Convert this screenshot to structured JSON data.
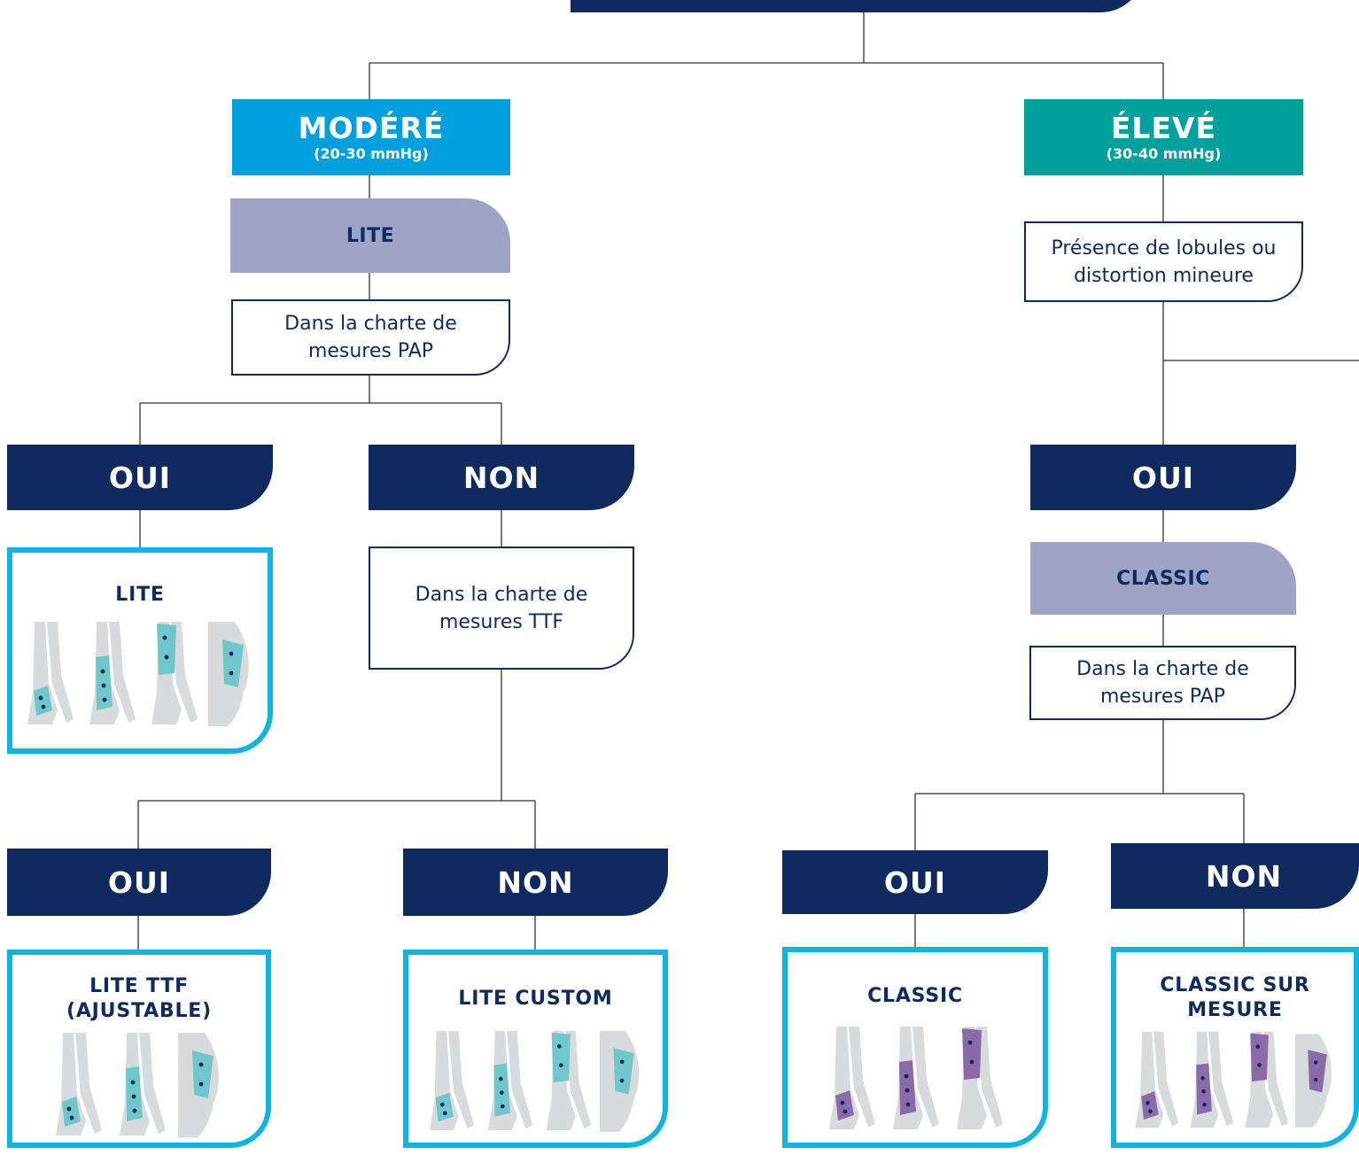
{
  "colors": {
    "navy": "#0e2a5e",
    "moderate": "#00a0df",
    "high": "#00a09d",
    "lavender": "#9ea4c6",
    "result_border": "#10b4e1",
    "lite_garment": "#6fc7cb",
    "classic_garment": "#8a6aa8",
    "limb": "#d9dadb"
  },
  "icons": {
    "garment": "compression-garment-icon"
  },
  "moderate": {
    "title": "MODÉRÉ",
    "subtitle": "(20-30 mmHg)",
    "product": "LITE",
    "question_pap": "Dans la charte de mesures PAP",
    "pap_yes": "OUI",
    "pap_no": "NON",
    "result_lite": "LITE",
    "question_ttf": "Dans la charte de mesures TTF",
    "ttf_yes": "OUI",
    "ttf_no": "NON",
    "result_lite_ttf": "LITE TTF (AJUSTABLE)",
    "result_lite_custom": "LITE CUSTOM"
  },
  "high": {
    "title": "ÉLEVÉ",
    "subtitle": "(30-40 mmHg)",
    "question_lobules": "Présence de lobules ou distortion mineure",
    "lobules_yes": "OUI",
    "product": "CLASSIC",
    "question_pap": "Dans la charte de mesures PAP",
    "pap_yes": "OUI",
    "pap_no": "NON",
    "result_classic": "CLASSIC",
    "result_classic_custom": "CLASSIC SUR MESURE"
  }
}
